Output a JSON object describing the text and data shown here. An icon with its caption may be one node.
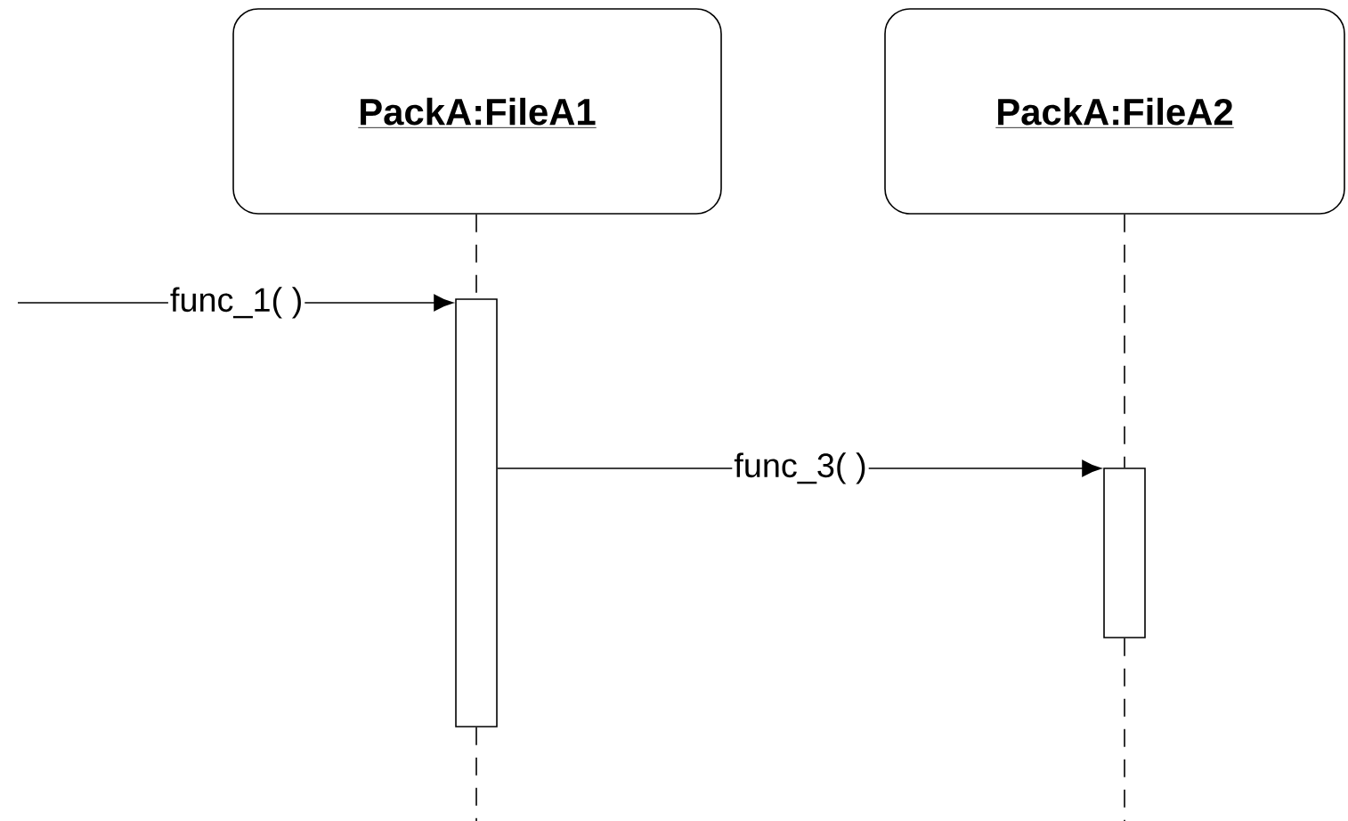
{
  "diagram": {
    "nodes": [
      {
        "text": [
          "**PackA:FileA1**"
        ]
      },
      {
        "text": [
          "**PackA:FileA2**"
        ]
      },
      {
        "text": [],
        "shape": "bar"
      },
      {
        "text": [],
        "shape": "bar"
      }
    ],
    "edges": [
      {
        "from": 0,
        "to": 2,
        "arrow": "none",
        "style": "dashed"
      },
      {
        "from": 1,
        "to": 3,
        "arrow": "none",
        "style": "dashed"
      },
      {
        "from": null,
        "to": 2,
        "arrow": "to",
        "label": "func_1( )"
      },
      {
        "from": 2,
        "to": 3,
        "arrow": "to",
        "label": "func_3( )"
      }
    ]
  }
}
